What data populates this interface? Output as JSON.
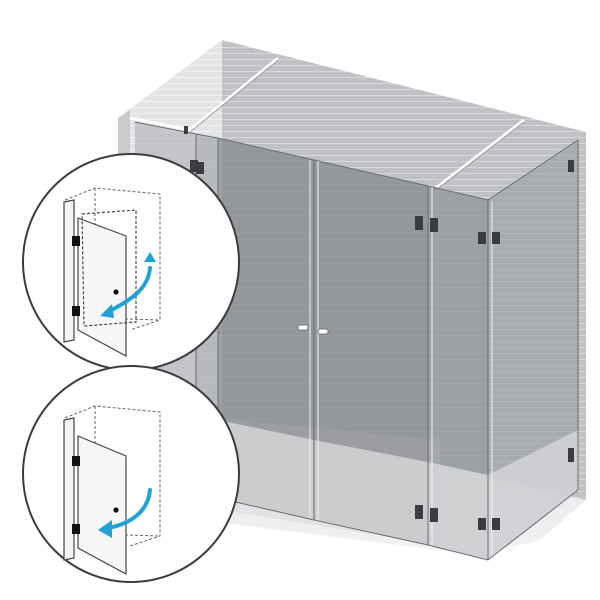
{
  "illustration": {
    "subject": "glass-shower-enclosure",
    "colors": {
      "background": "#ffffff",
      "wall": "#b9bbbe",
      "wall_dark": "#9fa2a6",
      "wall_line": "#d7d9db",
      "glass_fill": "#7d8085",
      "glass_light": "#e6e7e8",
      "floor": "#d9dadc",
      "outline": "#5c5f63",
      "hardware": "#2f3133",
      "arrow": "#1fa3d6",
      "callout_border": "#3a3c3f"
    },
    "callouts": [
      {
        "id": "door-swing-both-ways",
        "arrow": "double-curved",
        "icon": "door-opens-in-and-out"
      },
      {
        "id": "door-swing-one-way",
        "arrow": "single-curved",
        "icon": "door-opens-one-way"
      }
    ]
  }
}
